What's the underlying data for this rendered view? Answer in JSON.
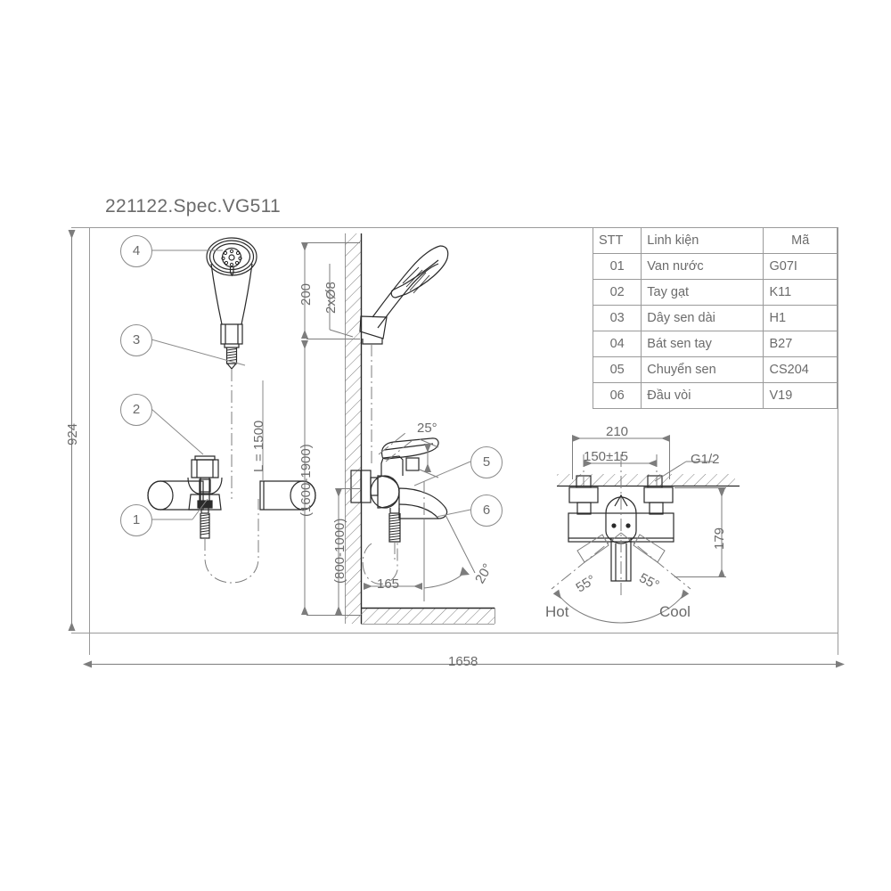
{
  "drawing": {
    "title": "221122.Spec.VG511"
  },
  "parts_table": {
    "headers": [
      "STT",
      "Linh kiện",
      "Mã"
    ],
    "rows": [
      {
        "stt": "01",
        "name": "Van nước",
        "code": "G07I"
      },
      {
        "stt": "02",
        "name": "Tay gạt",
        "code": "K11"
      },
      {
        "stt": "03",
        "name": "Dây sen dài",
        "code": "H1"
      },
      {
        "stt": "04",
        "name": "Bát sen tay",
        "code": "B27"
      },
      {
        "stt": "05",
        "name": "Chuyển sen",
        "code": "CS204"
      },
      {
        "stt": "06",
        "name": "Đầu vòi",
        "code": "V19"
      }
    ]
  },
  "callouts": {
    "n1": "1",
    "n2": "2",
    "n3": "3",
    "n4": "4",
    "n5": "5",
    "n6": "6"
  },
  "dimensions": {
    "overall_height": "924",
    "overall_width": "1658",
    "hose_length": "L = 1500",
    "bracket_offset": "200",
    "bracket_holes": "2xØ8",
    "bracket_height_range": "(1600-1900)",
    "mixer_height_range": "(800-1000)",
    "spout_projection": "165",
    "spout_swivel": "20°",
    "lever_tilt": "25°",
    "inlet_spread_outer": "210",
    "inlet_spread_centers": "150±15",
    "inlet_thread": "G1/2",
    "body_height": "179",
    "handle_swing_hot": "55°",
    "handle_swing_cool": "55°"
  },
  "labels": {
    "hot": "Hot",
    "cool": "Cool"
  },
  "colors": {
    "line": "#7d7d7d",
    "line_dark": "#2a2a2a",
    "text": "#6b6b6b",
    "background": "#ffffff"
  }
}
